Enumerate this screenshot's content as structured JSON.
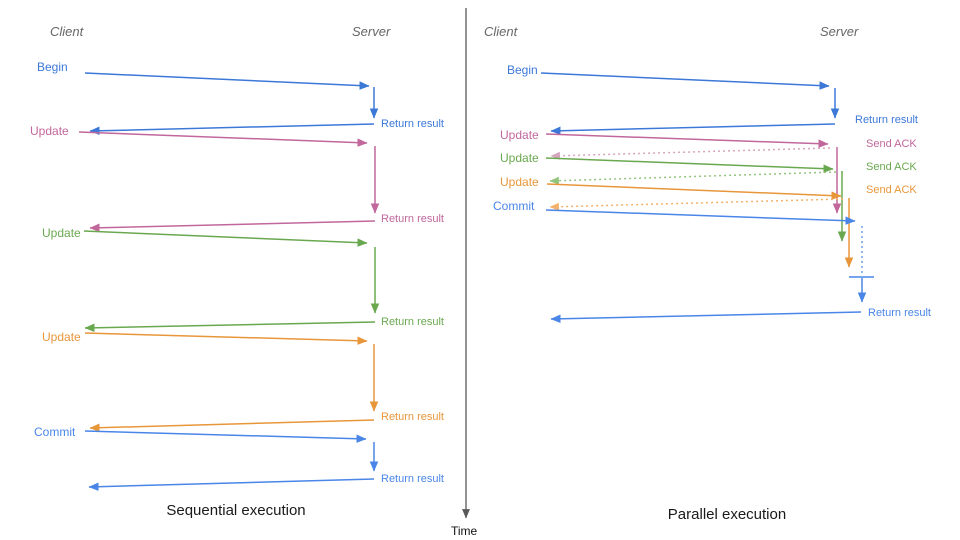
{
  "left_panel": {
    "client_header": "Client",
    "server_header": "Server",
    "caption": "Sequential execution",
    "messages": [
      {
        "label": "Begin",
        "response": "Return result",
        "color": "#3c78d8"
      },
      {
        "label": "Update",
        "response": "Return result",
        "color": "#c1679c"
      },
      {
        "label": "Update",
        "response": "Return result",
        "color": "#6aa84f"
      },
      {
        "label": "Update",
        "response": "Return result",
        "color": "#e8963a"
      },
      {
        "label": "Commit",
        "response": "Return result",
        "color": "#4a86e8"
      }
    ]
  },
  "right_panel": {
    "client_header": "Client",
    "server_header": "Server",
    "caption": "Parallel execution",
    "messages": [
      {
        "label": "Begin",
        "response": "Return result",
        "color": "#3c78d8"
      },
      {
        "label": "Update",
        "response": "Send ACK",
        "color": "#c1679c"
      },
      {
        "label": "Update",
        "response": "Send ACK",
        "color": "#6aa84f"
      },
      {
        "label": "Update",
        "response": "Send ACK",
        "color": "#e8963a"
      },
      {
        "label": "Commit",
        "response": "Return result",
        "color": "#4a86e8"
      }
    ]
  },
  "time_axis": {
    "label": "Time"
  },
  "colors": {
    "begin_blue": "#3c78d8",
    "update_pink": "#c1679c",
    "update_green": "#6aa84f",
    "update_orange": "#e8963a",
    "commit_blue": "#4a86e8",
    "ack_pink_dotted": "#d5a6bd",
    "ack_green_dotted": "#93c47d",
    "ack_orange_dotted": "#f6b26b",
    "pending_blue_dotted": "#6d9eeb",
    "time_axis_gray": "#595959"
  }
}
